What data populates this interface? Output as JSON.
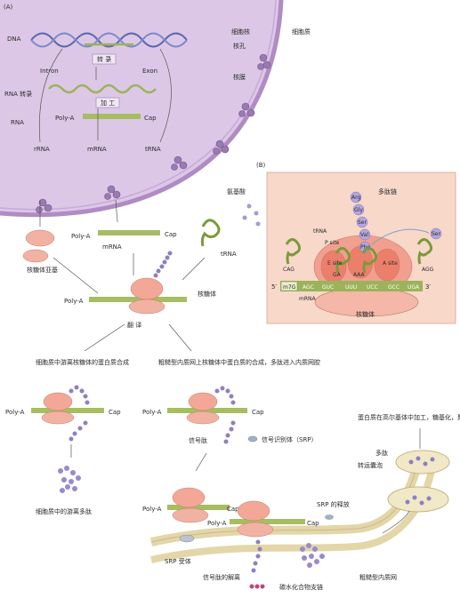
{
  "panels": {
    "a_label": "(A)",
    "b_label": "(B)"
  },
  "nucleus": {
    "dna": "DNA",
    "transcription": "转 录",
    "intron": "Intron",
    "exon": "Exon",
    "processing": "加 工",
    "rna_transcript": "RNA 转录",
    "rna": "RNA",
    "polya": "Poly-A",
    "cap": "Cap",
    "rrna": "rRNA",
    "mrna": "mRNA",
    "trna": "tRNA"
  },
  "compartments": {
    "nucleolus": "细胞核",
    "nuclear_pore": "核孔",
    "nuclear_envelope": "核膜",
    "cytoplasm": "细胞质"
  },
  "cytoplasm": {
    "amino_acid": "氨基酸",
    "polya": "Poly-A",
    "cap": "Cap",
    "mrna": "mRNA",
    "trna": "tRNA",
    "ribosome_subunit": "核糖体亚基",
    "ribosome": "核糖体",
    "translation": "翻 译"
  },
  "branches": {
    "free_ribosome": "细胞质中游离核糖体的蛋白质合成",
    "rough_er": "粗糙型内质网上核糖体中蛋白质的合成，多肽进入内质网腔"
  },
  "lower_left": {
    "polya": "Poly-A",
    "cap": "Cap",
    "free_polypeptide": "细胞质中的游离多肽"
  },
  "lower_mid": {
    "polya": "Poly-A",
    "cap": "Cap",
    "signal_peptide": "信号肽",
    "srp": "信号识别体（SRP）",
    "polya2": "Poly-A",
    "cap2": "Cap",
    "polya3": "Poly-A",
    "cap3": "Cap",
    "srp_receptor": "SRP 受体",
    "srp_release": "SRP 的释放",
    "signal_cleavage": "信号肽的解离",
    "carb_chain": "碳水化合物支链",
    "rough_er_label": "粗糙型内质网"
  },
  "golgi": {
    "description": "蛋白质在高尔基体中加工，糖基化，聚合，分泌",
    "polypeptide": "多肽",
    "vesicle": "转运囊泡"
  },
  "panel_b": {
    "polypeptide_chain": "多肽链",
    "amino_acids": [
      "Arg",
      "Gly",
      "Ser",
      "Val",
      "Phe"
    ],
    "leaving_aa": "Ser",
    "trna": "tRNA",
    "p_site": "P site",
    "a_site": "A site",
    "e_site": "E site",
    "anticodon_left": "CAG",
    "anticodon_e": "GA",
    "anticodon_p": "AAA",
    "anticodon_right": "AGG",
    "five_prime": "5′",
    "cap_mark": "m7G",
    "codons": [
      "AGC",
      "GUC",
      "UUU",
      "UCC",
      "GCC",
      "UGA"
    ],
    "three_prime": "3′",
    "mrna": "mRNA",
    "ribosome": "核糖体"
  },
  "colors": {
    "nucleus": "#d9c4e4",
    "membrane": "#b48bc7",
    "rna_green": "#9bb35a",
    "ribosome": "#f2b2a3",
    "bead": "#8e7fc2",
    "panel_b_bg": "#f7d8c9"
  }
}
